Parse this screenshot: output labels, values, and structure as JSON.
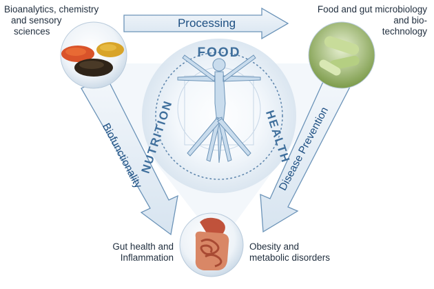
{
  "top_arrow_label": "Processing",
  "left_arrow_label": "Biofunctionality",
  "right_arrow_label": "Disease Prevention",
  "center": {
    "top_word": "FOOD",
    "left_word": "NUTRITION",
    "right_word": "HEALTH",
    "figure_icon": "vitruvian-man-icon"
  },
  "nodes": {
    "top_left": {
      "line1": "Bioanalytics, chemistry",
      "line2": "and sensory",
      "line3": "sciences",
      "icon": "spice-powders-icon"
    },
    "top_right": {
      "line1": "Food and gut microbiology",
      "line2": "and bio-",
      "line3": "technology",
      "icon": "bacteria-icon"
    },
    "bottom_left": {
      "line1": "Gut health and",
      "line2": "Inflammation",
      "icon": "digestive-tract-icon"
    },
    "bottom_right": {
      "line1": "Obesity and",
      "line2": "metabolic disorders"
    }
  },
  "colors": {
    "arrow_fill": "#e3edf6",
    "arrow_stroke": "#6b93b8",
    "label_blue": "#1d4f82",
    "center_blue": "#3f6f9c",
    "text_dark": "#1f2d3d"
  }
}
